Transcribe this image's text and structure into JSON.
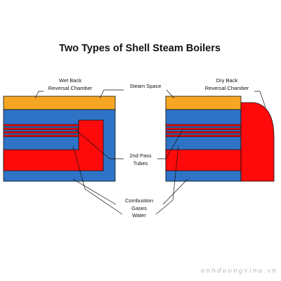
{
  "title": "Two Types of Shell Steam Boilers",
  "labels": {
    "wet_back_line1": "Wet Back",
    "wet_back_line2": "Reversal Chamber",
    "steam_space": "Steam Space",
    "dry_back_line1": "Dry Back",
    "dry_back_line2": "Reversal Chamber",
    "second_pass_line1": "2nd Pass",
    "second_pass_line2": "Tubes",
    "combustion_line1": "Combustion",
    "combustion_line2": "Gases",
    "water": "Water"
  },
  "watermark": "anhduongvina.vn",
  "colors": {
    "steam": "#f5a623",
    "water": "#2f73c6",
    "hot_gas": "#ff0a0a",
    "outline": "#111111"
  }
}
